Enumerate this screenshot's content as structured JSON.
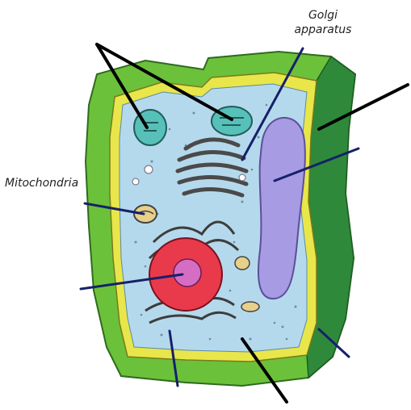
{
  "diagram": {
    "labels": {
      "golgi_line1": "Golgi",
      "golgi_line2": "apparatus",
      "mitochondria": "Mitochondria"
    },
    "colors": {
      "cell_wall": "#6cc13a",
      "cell_wall_dark": "#2e8a3a",
      "membrane": "#e8e64a",
      "cytoplasm": "#b5d9ec",
      "vacuole": "#a79be3",
      "nucleus": "#e83a4a",
      "nucleolus": "#d56ec2",
      "chloroplast": "#57c0b8",
      "golgi": "#4a4a4a",
      "pointer_black": "#000000",
      "pointer_navy": "#16206a"
    }
  }
}
